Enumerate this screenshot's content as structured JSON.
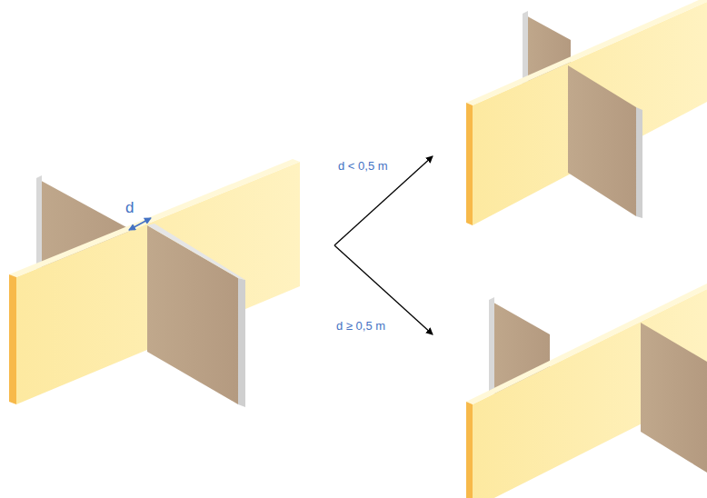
{
  "diagram": {
    "labels": [
      "d",
      "d < 0,5 m",
      "d ≥ 0,5 m"
    ]
  }
}
